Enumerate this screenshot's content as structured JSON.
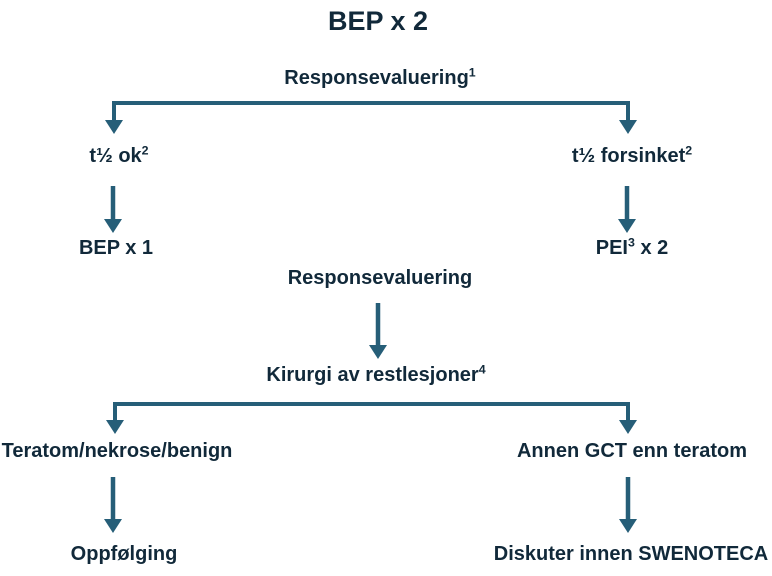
{
  "colors": {
    "text": "#11293A",
    "connector": "#265E78",
    "background": "#FFFFFF"
  },
  "title": {
    "text": "BEP x 2"
  },
  "nodes": {
    "responsevaluering1": {
      "text": "Responsevaluering",
      "sup": "1",
      "post": ""
    },
    "t_ok": {
      "text": "t½ ok",
      "sup": "2",
      "post": ""
    },
    "t_forsinket": {
      "text": "t½ forsinket",
      "sup": "2",
      "post": ""
    },
    "bep_x1": {
      "text": "BEP x 1",
      "sup": "",
      "post": ""
    },
    "pei_x2": {
      "text": "PEI",
      "sup": "3",
      "post": " x 2"
    },
    "responsevaluering2": {
      "text": "Responsevaluering",
      "sup": "",
      "post": ""
    },
    "kirurgi": {
      "text": "Kirurgi av restlesjoner",
      "sup": "4",
      "post": ""
    },
    "teratom": {
      "text": "Teratom/nekrose/benign",
      "sup": "",
      "post": ""
    },
    "annen_gct": {
      "text": "Annen GCT enn teratom",
      "sup": "",
      "post": ""
    },
    "oppfolging": {
      "text": "Oppfølging",
      "sup": "",
      "post": ""
    },
    "diskuter": {
      "text": "Diskuter innen SWENOTECA",
      "sup": "",
      "post": ""
    }
  }
}
